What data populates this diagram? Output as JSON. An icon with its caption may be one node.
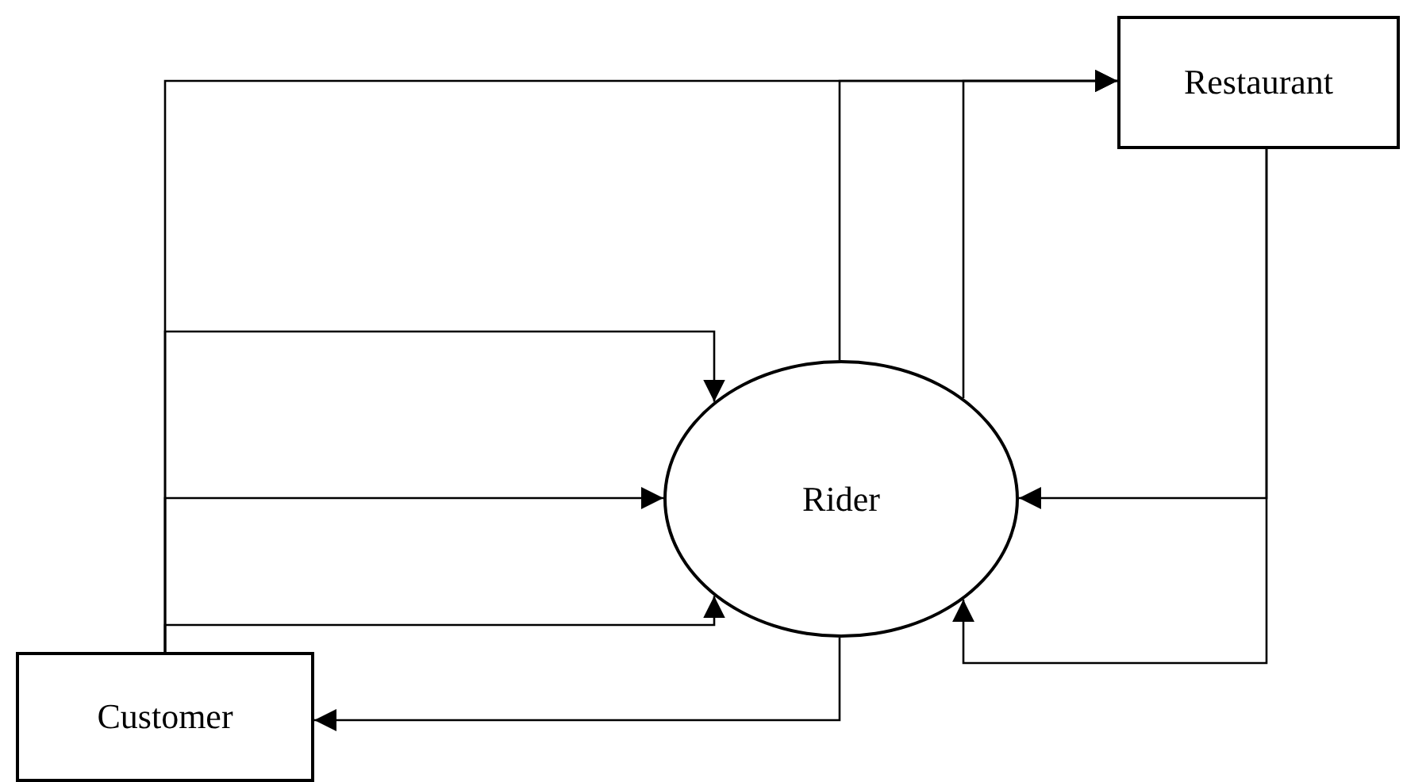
{
  "diagram": {
    "nodes": [
      {
        "text": [
          "Restaurant"
        ]
      },
      {
        "text": [
          "Rider"
        ]
      },
      {
        "text": [
          "Customer"
        ]
      }
    ],
    "edges": [
      {
        "from": 2,
        "to": 0,
        "arrow": "to"
      },
      {
        "from": 1,
        "to": 0,
        "arrow": "to"
      },
      {
        "from": 1,
        "to": 0,
        "arrow": "to"
      },
      {
        "from": 2,
        "to": 1,
        "arrow": "to"
      },
      {
        "from": 2,
        "to": 1,
        "arrow": "to"
      },
      {
        "from": 2,
        "to": 1,
        "arrow": "to"
      },
      {
        "from": 1,
        "to": 2,
        "arrow": "to"
      },
      {
        "from": 0,
        "to": 1,
        "arrow": "to"
      },
      {
        "from": 0,
        "to": 1,
        "arrow": "to"
      }
    ]
  }
}
